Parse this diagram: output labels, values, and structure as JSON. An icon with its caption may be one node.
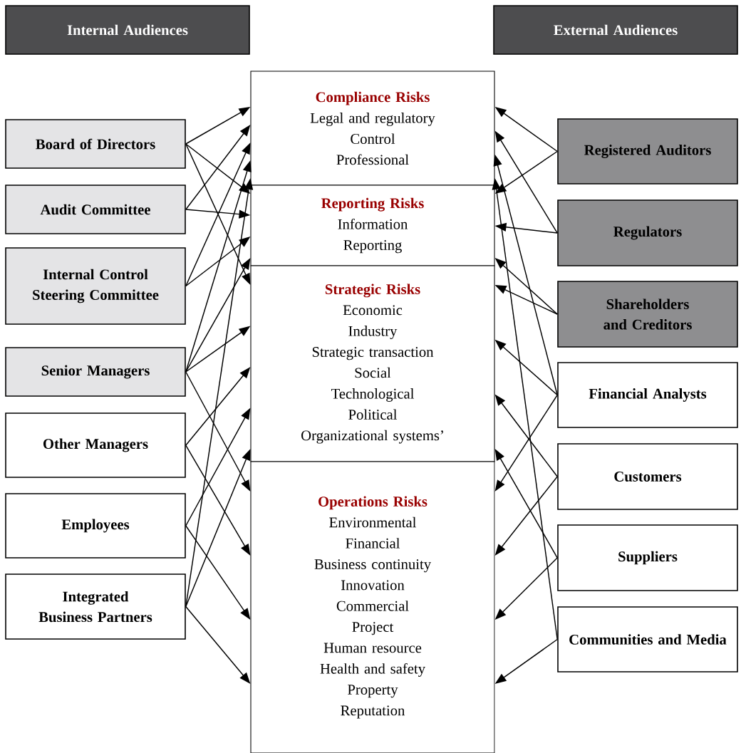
{
  "diagram": {
    "nodes": [
      {
        "text": [
          "Internal Audiences"
        ]
      },
      {
        "text": [
          "External Audiences"
        ]
      },
      {
        "text": [
          "Board of Directors"
        ]
      },
      {
        "text": [
          "Audit Committee"
        ]
      },
      {
        "text": [
          "Internal Control Steering Committee"
        ]
      },
      {
        "text": [
          "Senior Managers"
        ]
      },
      {
        "text": [
          "Other Managers"
        ]
      },
      {
        "text": [
          "Employees"
        ]
      },
      {
        "text": [
          "Integrated Business Partners"
        ]
      },
      {
        "text": [
          "Compliance Risks",
          "Legal and regulatory",
          "Control",
          "Professional"
        ]
      },
      {
        "text": [
          "Reporting Risks",
          "Information",
          "Reporting"
        ]
      },
      {
        "text": [
          "Strategic Risks",
          "Economic",
          "Industry",
          "Strategic transaction",
          "Social",
          "Technological",
          "Political",
          "Organizational systems’"
        ]
      },
      {
        "text": [
          "Operations Risks",
          "Environmental",
          "Financial",
          "Business continuity",
          "Innovation",
          "Commercial",
          "Project",
          "Human resource",
          "Health and safety",
          "Property",
          "Reputation"
        ]
      },
      {
        "text": [
          "Registered Auditors"
        ]
      },
      {
        "text": [
          "Regulators"
        ]
      },
      {
        "text": [
          "Shareholders and Creditors"
        ]
      },
      {
        "text": [
          "Financial Analysts"
        ]
      },
      {
        "text": [
          "Customers"
        ]
      },
      {
        "text": [
          "Suppliers"
        ]
      },
      {
        "text": [
          "Communities and Media"
        ]
      }
    ],
    "edges": [
      {
        "from": 2,
        "to": 9,
        "arrow": "to"
      },
      {
        "from": 2,
        "to": 10,
        "arrow": "to"
      },
      {
        "from": 2,
        "to": 11,
        "arrow": "to"
      },
      {
        "from": 3,
        "to": 9,
        "arrow": "to"
      },
      {
        "from": 3,
        "to": 10,
        "arrow": "to"
      },
      {
        "from": 4,
        "to": 9,
        "arrow": "to"
      },
      {
        "from": 4,
        "to": 10,
        "arrow": "to"
      },
      {
        "from": 5,
        "to": 9,
        "arrow": "to"
      },
      {
        "from": 5,
        "to": 10,
        "arrow": "to"
      },
      {
        "from": 5,
        "to": 11,
        "arrow": "to"
      },
      {
        "from": 5,
        "to": 12,
        "arrow": "to"
      },
      {
        "from": 6,
        "to": 11,
        "arrow": "to"
      },
      {
        "from": 6,
        "to": 12,
        "arrow": "to"
      },
      {
        "from": 7,
        "to": 11,
        "arrow": "to"
      },
      {
        "from": 7,
        "to": 12,
        "arrow": "to"
      },
      {
        "from": 8,
        "to": 9,
        "arrow": "to"
      },
      {
        "from": 8,
        "to": 11,
        "arrow": "to"
      },
      {
        "from": 8,
        "to": 12,
        "arrow": "to"
      },
      {
        "from": 13,
        "to": 9,
        "arrow": "to"
      },
      {
        "from": 13,
        "to": 10,
        "arrow": "to"
      },
      {
        "from": 14,
        "to": 9,
        "arrow": "to"
      },
      {
        "from": 14,
        "to": 10,
        "arrow": "to"
      },
      {
        "from": 15,
        "to": 10,
        "arrow": "to"
      },
      {
        "from": 15,
        "to": 11,
        "arrow": "to"
      },
      {
        "from": 16,
        "to": 9,
        "arrow": "to"
      },
      {
        "from": 16,
        "to": 11,
        "arrow": "to"
      },
      {
        "from": 16,
        "to": 12,
        "arrow": "to"
      },
      {
        "from": 17,
        "to": 11,
        "arrow": "to"
      },
      {
        "from": 17,
        "to": 12,
        "arrow": "to"
      },
      {
        "from": 18,
        "to": 11,
        "arrow": "to"
      },
      {
        "from": 18,
        "to": 12,
        "arrow": "to"
      },
      {
        "from": 19,
        "to": 9,
        "arrow": "to"
      },
      {
        "from": 19,
        "to": 12,
        "arrow": "to"
      }
    ]
  }
}
